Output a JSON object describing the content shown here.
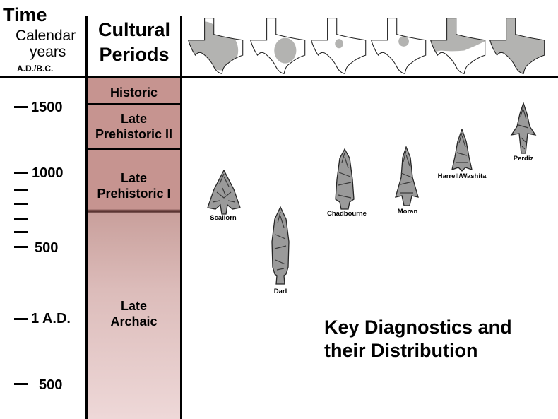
{
  "header": {
    "time_title": "Time",
    "calendar_line1": "Calendar",
    "calendar_line2": "years",
    "era_label": "A.D./B.C.",
    "periods_line1": "Cultural",
    "periods_line2": "Periods"
  },
  "timeline": {
    "labels": [
      {
        "text": "1500"
      },
      {
        "text": "1000"
      },
      {
        "text": "500"
      },
      {
        "text": "1 A.D."
      },
      {
        "text": "500"
      }
    ]
  },
  "periods": [
    {
      "lines": [
        "Historic"
      ]
    },
    {
      "lines": [
        "Late",
        "Prehistoric II"
      ]
    },
    {
      "lines": [
        "Late",
        "Prehistoric I"
      ]
    },
    {
      "lines": [
        "Late",
        "Archaic"
      ]
    }
  ],
  "points": [
    {
      "name": "Scallorn"
    },
    {
      "name": "Darl"
    },
    {
      "name": "Chadbourne"
    },
    {
      "name": "Moran"
    },
    {
      "name": "Harrell/Washita"
    },
    {
      "name": "Perdiz"
    }
  ],
  "key": {
    "line1": "Key Diagnostics and",
    "line2": "their Distribution"
  },
  "colors": {
    "map_fill": "#b3b3b1",
    "period_dark": "#c69490",
    "period_light": "#eed8d8"
  }
}
